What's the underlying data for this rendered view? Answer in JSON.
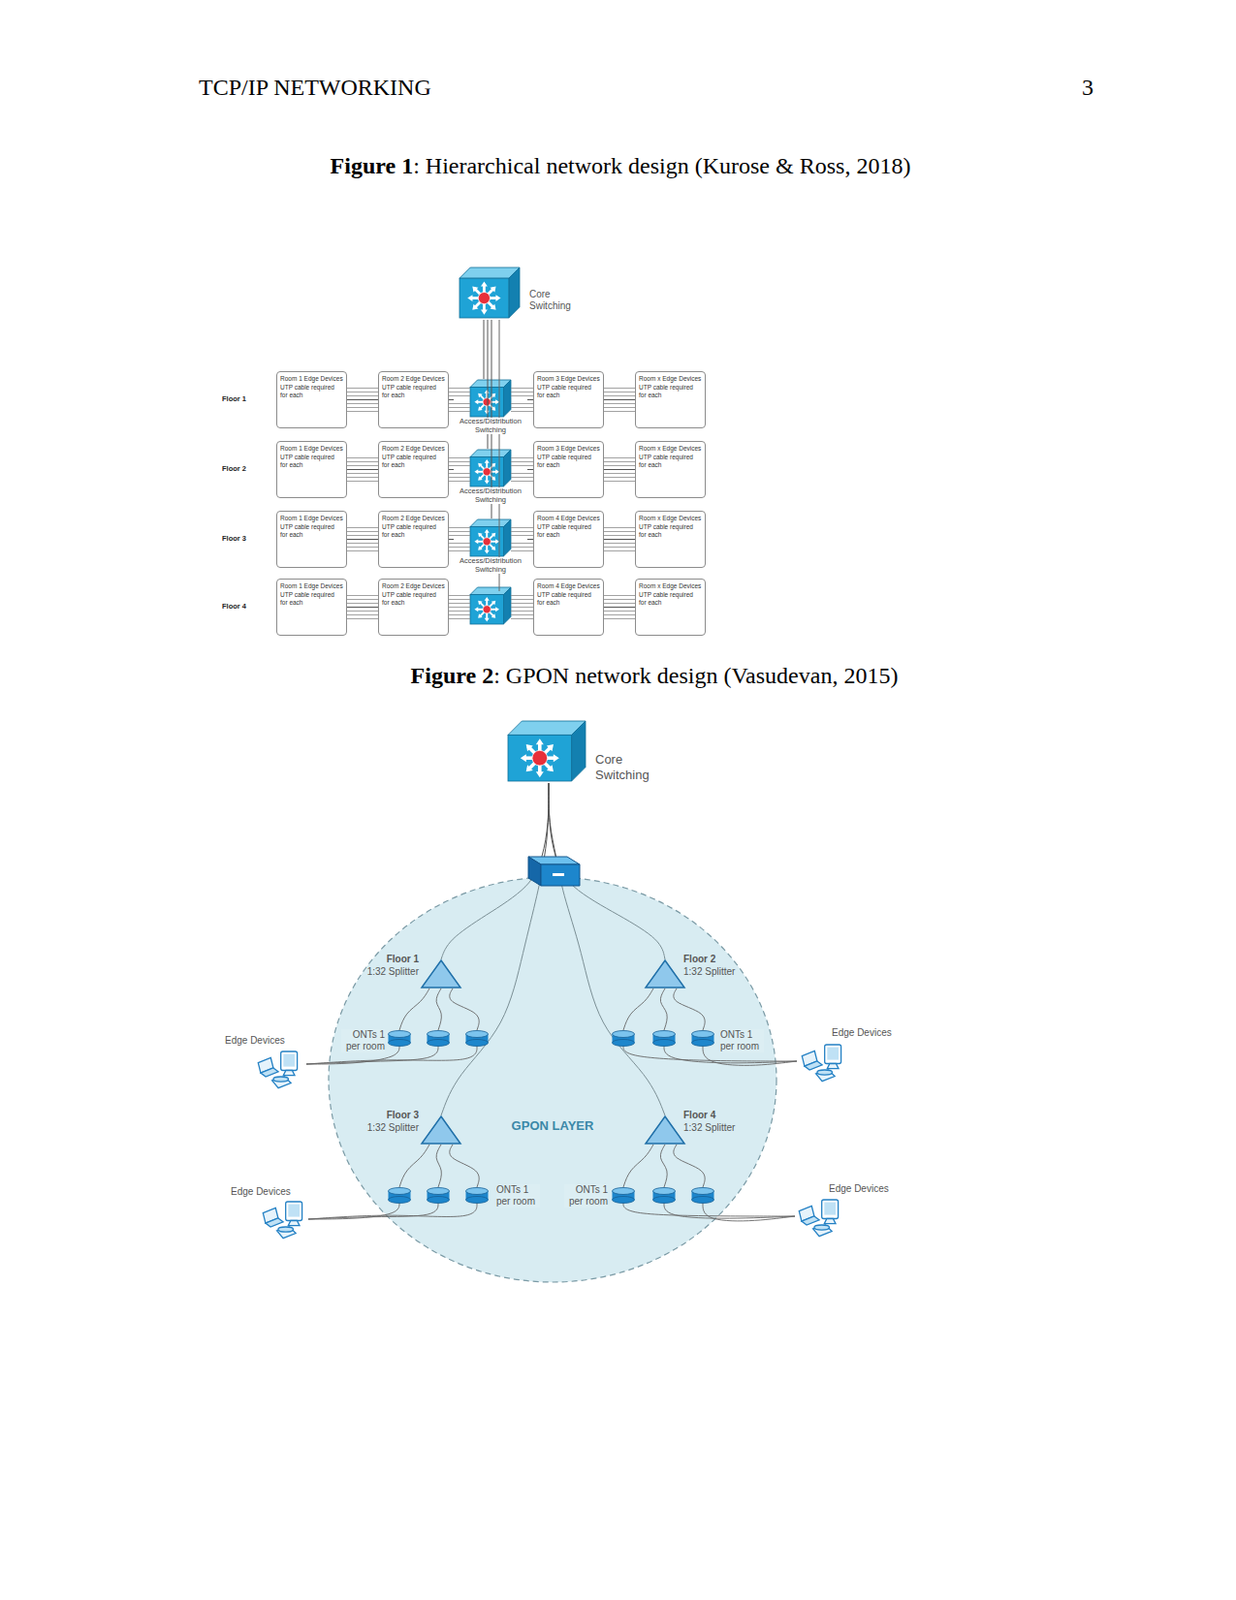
{
  "diagram": {
    "nodes": [
      {
        "text": [
          "Core Switching"
        ]
      },
      {
        "text": [
          "Room 1 Edge Devices",
          "UTP cable required for each"
        ]
      },
      {
        "text": [
          "Room 2 Edge Devices",
          "UTP cable required for each"
        ]
      },
      {
        "text": [
          "Access/Distribution Switching"
        ]
      },
      {
        "text": [
          "Room 3 Edge Devices",
          "UTP cable required for each"
        ]
      },
      {
        "text": [
          "Room x Edge Devices",
          "UTP cable required for each"
        ]
      },
      {
        "text": [
          "Room 1 Edge Devices",
          "UTP cable required for each"
        ]
      },
      {
        "text": [
          "Room 2 Edge Devices",
          "UTP cable required for each"
        ]
      },
      {
        "text": [
          "Access/Distribution Switching"
        ]
      },
      {
        "text": [
          "Room 3 Edge Devices",
          "UTP cable required for each"
        ]
      },
      {
        "text": [
          "Room x Edge Devices",
          "UTP cable required for each"
        ]
      },
      {
        "text": [
          "Room 1 Edge Devices",
          "UTP cable required for each"
        ]
      },
      {
        "text": [
          "Room 2 Edge Devices",
          "UTP cable required for each"
        ]
      },
      {
        "text": [
          "Access/Distribution Switching"
        ]
      },
      {
        "text": [
          "Room 4 Edge Devices",
          "UTP cable required for each"
        ]
      },
      {
        "text": [
          "Room x Edge Devices",
          "UTP cable required for each"
        ]
      },
      {
        "text": [
          "Room 1 Edge Devices",
          "UTP cable required for each"
        ]
      },
      {
        "text": [
          "Room 2 Edge Devices",
          "UTP cable required for each"
        ]
      },
      {
        "text": [
          "Room 4 Edge Devices",
          "UTP cable required for each"
        ]
      },
      {
        "text": [
          "Room x Edge Devices",
          "UTP cable required for each"
        ]
      },
      {
        "text": [
          "Core Switching"
        ]
      },
      {
        "text": [
          "GPON LAYER"
        ]
      },
      {
        "text": [
          "Floor 1",
          "1:32 Splitter"
        ],
        "in": 21
      },
      {
        "text": [
          "Floor 2",
          "1:32 Splitter"
        ],
        "in": 21
      },
      {
        "text": [
          "Floor 3",
          "1:32 Splitter"
        ],
        "in": 21
      },
      {
        "text": [
          "Floor 4",
          "1:32 Splitter"
        ],
        "in": 21
      }
    ],
    "edges": [
      {
        "from": 0,
        "to": 3,
        "arrow": "none"
      },
      {
        "from": 0,
        "to": 8,
        "arrow": "none"
      },
      {
        "from": 0,
        "to": 13,
        "arrow": "none"
      },
      {
        "from": 1,
        "to": 2,
        "arrow": "none"
      },
      {
        "from": 2,
        "to": 3,
        "arrow": "none"
      },
      {
        "from": 3,
        "to": 4,
        "arrow": "none"
      },
      {
        "from": 4,
        "to": 5,
        "arrow": "none"
      },
      {
        "from": 6,
        "to": 7,
        "arrow": "none"
      },
      {
        "from": 7,
        "to": 8,
        "arrow": "none"
      },
      {
        "from": 8,
        "to": 9,
        "arrow": "none"
      },
      {
        "from": 9,
        "to": 10,
        "arrow": "none"
      },
      {
        "from": 11,
        "to": 12,
        "arrow": "none"
      },
      {
        "from": 12,
        "to": 13,
        "arrow": "none"
      },
      {
        "from": 13,
        "to": 14,
        "arrow": "none"
      },
      {
        "from": 14,
        "to": 15,
        "arrow": "none"
      },
      {
        "from": 16,
        "to": 17,
        "arrow": "none"
      },
      {
        "from": 18,
        "to": 19,
        "arrow": "none"
      },
      {
        "from": 20,
        "to": 22,
        "arrow": "none"
      },
      {
        "from": 20,
        "to": 23,
        "arrow": "none"
      },
      {
        "from": 20,
        "to": 24,
        "arrow": "none"
      },
      {
        "from": 20,
        "to": 25,
        "arrow": "none"
      }
    ],
    "labels": [
      "TCP/IP NETWORKING",
      "3",
      "Figure 1",
      ": Hierarchical network design (Kurose & Ross, 2018)",
      "Floor 1",
      "Floor 2",
      "Floor 3",
      "Floor 4",
      "Figure 2",
      ": GPON network design (Vasudevan, 2015)",
      "Edge Devices",
      "ONTs 1 per room",
      "ONTs 1 per room",
      "Edge Devices",
      "Edge Devices",
      "ONTs 1 per room",
      "ONTs 1 per room",
      "Edge Devices"
    ]
  }
}
